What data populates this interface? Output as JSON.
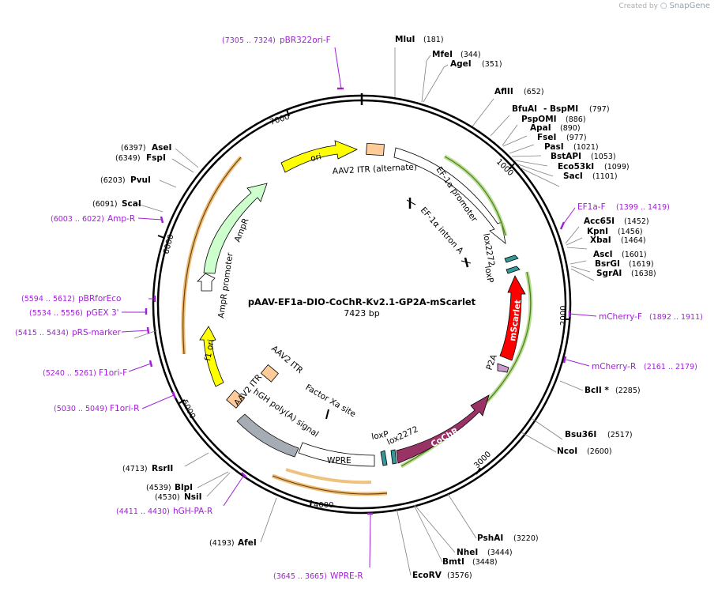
{
  "credit": {
    "text": "Created by",
    "brand": "SnapGene"
  },
  "plasmid": {
    "name": "pAAV-EF1a-DIO-CoChR-Kv2.1-GP2A-mScarlet",
    "length": "7423 bp"
  },
  "ticks": [
    "1000",
    "2000",
    "3000",
    "4000",
    "5000",
    "6000",
    "7000"
  ],
  "enzymes": [
    {
      "name": "MluI",
      "pos": "(181)"
    },
    {
      "name": "MfeI",
      "pos": "(344)"
    },
    {
      "name": "AgeI",
      "pos": "(351)"
    },
    {
      "name": "AflII",
      "pos": "(652)"
    },
    {
      "name": "BfuAI",
      "pos": "(797)"
    },
    {
      "name": "- BspMI"
    },
    {
      "name": "PspOMI",
      "pos": "(886)"
    },
    {
      "name": "ApaI",
      "pos": "(890)"
    },
    {
      "name": "FseI",
      "pos": "(977)"
    },
    {
      "name": "PasI",
      "pos": "(1021)"
    },
    {
      "name": "BstAPI",
      "pos": "(1053)"
    },
    {
      "name": "Eco53kI",
      "pos": "(1099)"
    },
    {
      "name": "SacI",
      "pos": "(1101)"
    },
    {
      "name": "Acc65I",
      "pos": "(1452)"
    },
    {
      "name": "KpnI",
      "pos": "(1456)"
    },
    {
      "name": "XbaI",
      "pos": "(1464)"
    },
    {
      "name": "AscI",
      "pos": "(1601)"
    },
    {
      "name": "BsrGI",
      "pos": "(1619)"
    },
    {
      "name": "SgrAI",
      "pos": "(1638)"
    },
    {
      "name": "BclI *",
      "pos": "(2285)"
    },
    {
      "name": "Bsu36I",
      "pos": "(2517)"
    },
    {
      "name": "NcoI",
      "pos": "(2600)"
    },
    {
      "name": "PshAI",
      "pos": "(3220)"
    },
    {
      "name": "NheI",
      "pos": "(3444)"
    },
    {
      "name": "BmtI",
      "pos": "(3448)"
    },
    {
      "name": "EcoRV",
      "pos": "(3576)"
    },
    {
      "name": "AfeI",
      "pos": "(4193)"
    },
    {
      "name": "NsiI",
      "pos": "(4530)"
    },
    {
      "name": "BlpI",
      "pos": "(4539)"
    },
    {
      "name": "RsrII",
      "pos": "(4713)"
    },
    {
      "name": "ScaI",
      "pos": "(6091)"
    },
    {
      "name": "PvuI",
      "pos": "(6203)"
    },
    {
      "name": "FspI",
      "pos": "(6349)"
    },
    {
      "name": "AseI",
      "pos": "(6397)"
    }
  ],
  "primers": [
    {
      "name": "pBR322ori-F",
      "range": "(7305 .. 7324)"
    },
    {
      "name": "EF1a-F",
      "range": "(1399 .. 1419)"
    },
    {
      "name": "mCherry-F",
      "range": "(1892 .. 1911)"
    },
    {
      "name": "mCherry-R",
      "range": "(2161 .. 2179)"
    },
    {
      "name": "WPRE-R",
      "range": "(3645 .. 3665)"
    },
    {
      "name": "hGH-PA-R",
      "range": "(4411 .. 4430)"
    },
    {
      "name": "F1ori-R",
      "range": "(5030 .. 5049)"
    },
    {
      "name": "F1ori-F",
      "range": "(5240 .. 5261)"
    },
    {
      "name": "pRS-marker",
      "range": "(5415 .. 5434)"
    },
    {
      "name": "pGEX 3'",
      "range": "(5534 .. 5556)"
    },
    {
      "name": "pBRforEco",
      "range": "(5594 .. 5612)"
    },
    {
      "name": "Amp-R",
      "range": "(6003 .. 6022)"
    }
  ],
  "features": {
    "ori": "ori",
    "itr_alt": "AAV2 ITR (alternate)",
    "ef1a_promoter": "EF-1α promoter",
    "ef1a_intron": "EF-1α intron A",
    "lox2272_top": "lox2272",
    "loxp_top": "loxP",
    "mscarlet": "mScarlet",
    "p2a": "P2A",
    "cochr": "CoChR",
    "lox2272_bottom": "lox2272",
    "loxp_bottom": "loxP",
    "wpre": "WPRE",
    "hgh_polya": "hGH poly(A) signal",
    "itr_bottom": "AAV2 ITR",
    "itr_mid": "AAV2 ITR",
    "factor_xa": "Factor Xa site",
    "f1ori": "f1 ori",
    "ampr_promoter": "AmpR promoter",
    "ampr": "AmpR"
  },
  "colors": {
    "ori": "#ffff00",
    "itr": "#ffcc99",
    "mscarlet": "#ff0000",
    "cochr": "#993366",
    "p2a": "#cc99cc",
    "lox": "#339999",
    "wpre": "#ffffff",
    "hgh": "#a6acb3",
    "ampr": "#ccffcc",
    "f1ori": "#ffff00",
    "primer": "#a020d6",
    "green_orf": "#7ec13a",
    "orange_orf": "#e8a84a"
  }
}
